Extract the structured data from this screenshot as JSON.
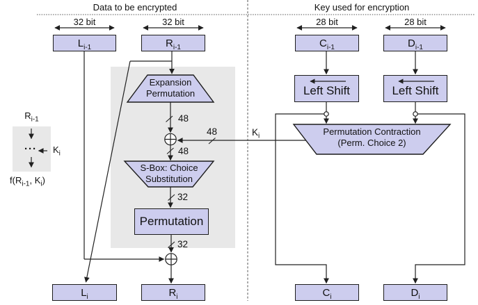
{
  "titles": {
    "left": "Data to be encrypted",
    "right": "Key used for encryption"
  },
  "bit_widths": {
    "left_l": "32 bit",
    "left_r": "32 bit",
    "right_c": "28 bit",
    "right_d": "28 bit"
  },
  "registers": {
    "l_prev": {
      "base": "L",
      "sub": "i-1"
    },
    "r_prev": {
      "base": "R",
      "sub": "i-1"
    },
    "c_prev": {
      "base": "C",
      "sub": "i-1"
    },
    "d_prev": {
      "base": "D",
      "sub": "i-1"
    },
    "l_next": {
      "base": "L",
      "sub": "i"
    },
    "r_next": {
      "base": "R",
      "sub": "i"
    },
    "c_next": {
      "base": "C",
      "sub": "i"
    },
    "d_next": {
      "base": "D",
      "sub": "i"
    }
  },
  "blocks": {
    "expansion": {
      "line1": "Expansion",
      "line2": "Permutation"
    },
    "sbox": {
      "line1": "S-Box: Choice",
      "line2": "Substitution"
    },
    "permutation": {
      "label": "Permutation"
    },
    "left_shift_c": {
      "label": "Left Shift"
    },
    "left_shift_d": {
      "label": "Left Shift"
    },
    "perm_contraction": {
      "line1": "Permutation Contraction",
      "line2": "(Perm. Choice 2)"
    }
  },
  "wire_labels": {
    "w48_expansion_out": "48",
    "w48_key_in": "48",
    "w48_xor_out": "48",
    "w32_sbox_out": "32",
    "w32_perm_out": "32",
    "key": {
      "base": "K",
      "sub": "i"
    }
  },
  "legend": {
    "input": {
      "base": "R",
      "sub": "i-1"
    },
    "dots": "···",
    "key": {
      "base": "K",
      "sub": "i"
    },
    "output": {
      "prefix": "f(R",
      "sub1": "i-1",
      "mid": ", K",
      "sub2": "i",
      "suffix": ")"
    }
  },
  "colors": {
    "node_fill": "#cdcdee",
    "node_border": "#1c1c1c",
    "shaded_bg": "#e8e8e8",
    "line": "#202020"
  }
}
